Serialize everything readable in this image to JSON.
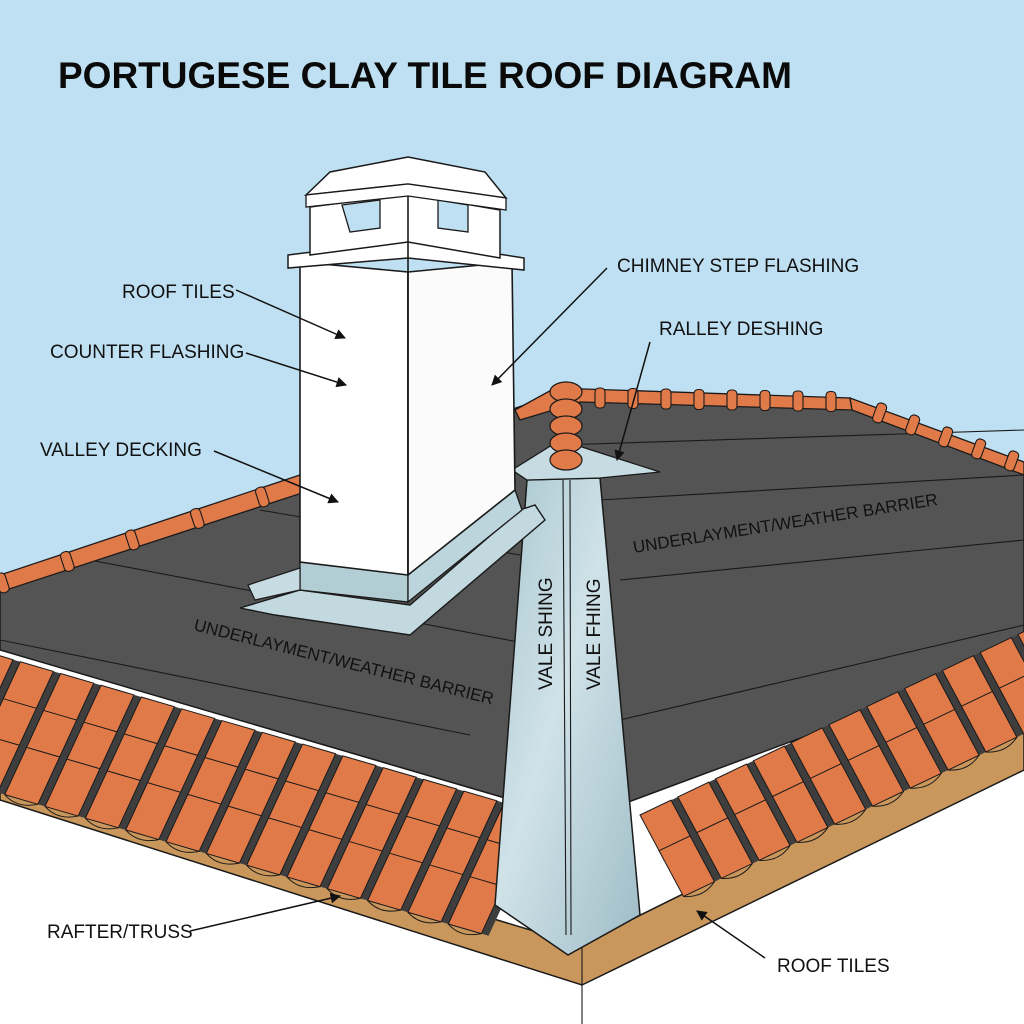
{
  "title": "PORTUGESE CLAY TILE ROOF DIAGRAM",
  "colors": {
    "sky": "#bfe0f2",
    "ground": "#ffffff",
    "underlayment": "#545454",
    "tile": "#e07a48",
    "tile_shadow": "#b9582c",
    "fascia": "#c9975c",
    "flashing": "#b8d2da",
    "chimney": "#ffffff",
    "line": "#1a1a1a"
  },
  "labels": {
    "roof_tiles_top": "ROOF TILES",
    "counter_flashing": "COUNTER FLASHING",
    "valley_decking": "VALLEY DECKING",
    "chimney_step_flashing": "CHIMNEY STEP FLASHING",
    "ralley_deshing": "RALLEY DESHING",
    "underlayment_left": "UNDERLAYMENT/WEATHER BARRIER",
    "underlayment_right": "UNDERLAYMENT/WEATHER BARRIER",
    "vale_shing": "VALE SHING",
    "vale_fhing": "VALE FHING",
    "rafter_truss": "RAFTER/TRUSS",
    "roof_tiles_bottom": "ROOF TILES"
  }
}
